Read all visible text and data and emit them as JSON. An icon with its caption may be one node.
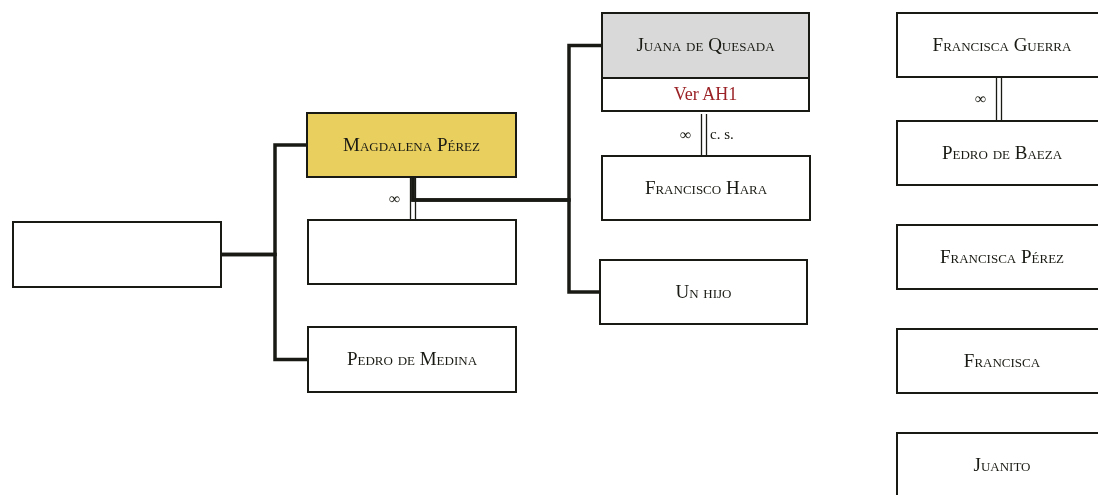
{
  "diagram": {
    "nodes": [
      {
        "text": [],
        "shape": "box"
      },
      {
        "text": [
          "Magdalena Pérez"
        ]
      },
      {
        "text": [],
        "shape": "box"
      },
      {
        "text": [
          "Pedro de Medina"
        ]
      },
      {
        "text": [
          "Juana de Quesada"
        ]
      },
      {
        "text": [
          "Ver AH1"
        ]
      },
      {
        "text": [
          "Francisco Hara"
        ]
      },
      {
        "text": [
          "Un hijo"
        ]
      },
      {
        "text": [
          "Francisca Guerra"
        ]
      },
      {
        "text": [
          "Pedro de Baeza"
        ]
      },
      {
        "text": [
          "Francisca Pérez"
        ]
      },
      {
        "text": [
          "Francisca"
        ]
      },
      {
        "text": [
          "Juanito"
        ]
      }
    ],
    "edges": [
      {
        "from": 0,
        "to": 1,
        "arrow": "none"
      },
      {
        "from": 0,
        "to": 3,
        "arrow": "none"
      },
      {
        "from": 1,
        "to": 2,
        "arrow": "none",
        "label": "∞"
      },
      {
        "from": 1,
        "to": 4,
        "arrow": "none"
      },
      {
        "from": 1,
        "to": 7,
        "arrow": "none"
      },
      {
        "from": 5,
        "to": 6,
        "arrow": "none",
        "label": "∞"
      },
      {
        "from": 8,
        "to": 9,
        "arrow": "none",
        "label": "∞"
      }
    ],
    "labels": [
      "c. s."
    ]
  }
}
